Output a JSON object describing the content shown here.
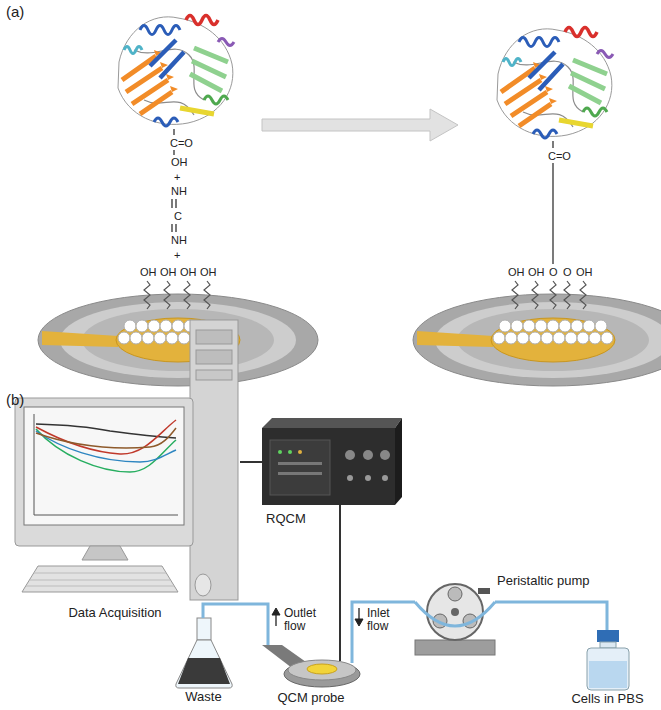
{
  "diagram": {
    "nodes": [
      {
        "text": [
          "Data Acquisition"
        ]
      },
      {
        "text": [
          "RQCM"
        ]
      },
      {
        "text": [
          "Waste"
        ]
      },
      {
        "text": [
          "QCM probe"
        ]
      },
      {
        "text": [
          "Peristaltic pump"
        ]
      },
      {
        "text": [
          "Cells in PBS"
        ]
      }
    ],
    "edges": [
      {
        "from": 0,
        "to": 1,
        "arrow": "none"
      },
      {
        "from": 1,
        "to": 3,
        "arrow": "none"
      },
      {
        "from": 5,
        "to": 4,
        "arrow": "none"
      },
      {
        "from": 4,
        "to": 3,
        "label": "Inlet flow",
        "arrow": "none"
      },
      {
        "from": 3,
        "to": 2,
        "label": "Outlet flow",
        "arrow": "none"
      }
    ],
    "labels": [
      "(a)",
      "C=O",
      "OH",
      "+",
      "NH",
      "C",
      "NH",
      "+",
      "OH",
      "OH",
      "OH",
      "OH",
      "C=O",
      "OH",
      "OH",
      "O",
      "O",
      "OH",
      "(b)"
    ]
  }
}
